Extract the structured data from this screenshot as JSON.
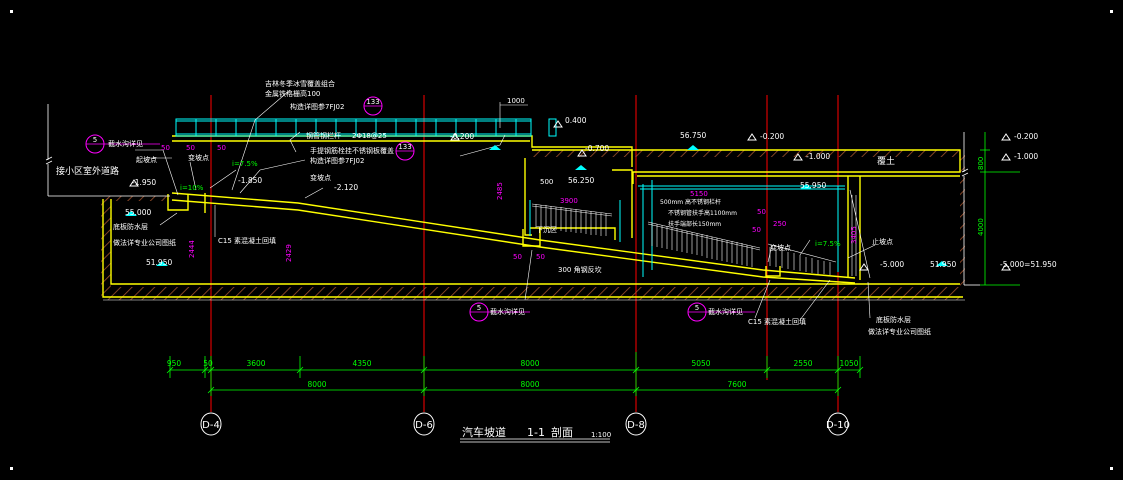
{
  "title": {
    "main": "汽车坡道",
    "section": "1-1",
    "suffix": "剖面",
    "scale": "1:100"
  },
  "colors": {
    "background": "#000000",
    "structure": "#ffff00",
    "outline": "#ffffff",
    "axis": "#ff0000",
    "dimension": "#00ff00",
    "roof_frame": "#00ffff",
    "annotation": "#ff00ff",
    "earth_hatch": "#a0522d"
  },
  "axes": [
    {
      "id": "D-4"
    },
    {
      "id": "D-6"
    },
    {
      "id": "D-8"
    },
    {
      "id": "D-10"
    }
  ],
  "elevations": {
    "e_0400": "0.400",
    "e_m0200_left": "-0.200",
    "e_m0700": "-0.700",
    "e_56750": "56.750",
    "e_m0200_mid": "-0.200",
    "e_m0200_right": "-0.200",
    "e_m1000_mid": "-1.000",
    "e_m1000_right": "-1.000",
    "e_56250": "56.250",
    "e_55950": "55.950",
    "e_m1950": "-1.950",
    "e_55000": "55.000",
    "e_m1850": "-1.850",
    "e_m2120": "-2.120",
    "e_51950_left": "51.950",
    "e_m5000": "-5.000",
    "e_51950_right": "51.950",
    "e_m5000_51950": "-5.000=51.950"
  },
  "labels": {
    "outdoor_road": "接小区室外道路",
    "start_point_left": "起坡点",
    "slope_change_1": "变坡点",
    "slope_change_2": "变坡点",
    "slope_change_3": "变坡点",
    "end_point": "止坡点",
    "slope_10": "i=10%",
    "slope_7_5_left": "i=7.5%",
    "slope_7_5_right": "i=7.5%",
    "soil": "覆土",
    "cover_note_1": "吉林冬季冰雪覆盖组合",
    "cover_note_2": "金属铁格栅高100",
    "cover_note_3": "构造详图参7FJ02",
    "rail_note_1": "钢管钢栏杆",
    "rail_note_1b": "2Φ18@25",
    "rail_note_2": "手提钢筋栓挂不锈钢板覆盖",
    "rail_note_3": "构造详图参7FJ02",
    "ref_num": "133",
    "drain_left": "截水沟详见",
    "drain_mid": "截水沟详见",
    "drain_right": "截水沟详见",
    "detail_no": "5",
    "waterproof_1a": "底板防水层",
    "waterproof_1b": "做法详专业公司图纸",
    "waterproof_2a": "底板防水层",
    "waterproof_2b": "做法详专业公司图纸",
    "wall_left": "C15 素混凝土回填",
    "wall_right": "C15 素混凝土回填",
    "bevel": "300 角钢反坎",
    "sunken": "下沉区",
    "handrail_a": "500mm 高不锈钢栏杆",
    "handrail_b": "不锈钢管扶手高1100mm",
    "handrail_c": "扶手端部长150mm",
    "d1000": "1000",
    "d2485": "2485",
    "d2444": "2444",
    "d2429": "2429",
    "d3900": "3900",
    "d5150": "5150",
    "d250": "250",
    "d3405": "3405",
    "d500": "500",
    "d50a": "50",
    "d50b": "50",
    "d50c": "50",
    "d50d": "50",
    "d50e": "50",
    "d50f": "50",
    "d50g": "50",
    "d800": "800",
    "d4000": "4000"
  },
  "dimensions": {
    "row1": [
      "950",
      "50",
      "3600",
      "4350",
      "8000",
      "5050",
      "2550",
      "1050"
    ],
    "row2": [
      "8000",
      "8000",
      "7600"
    ]
  }
}
